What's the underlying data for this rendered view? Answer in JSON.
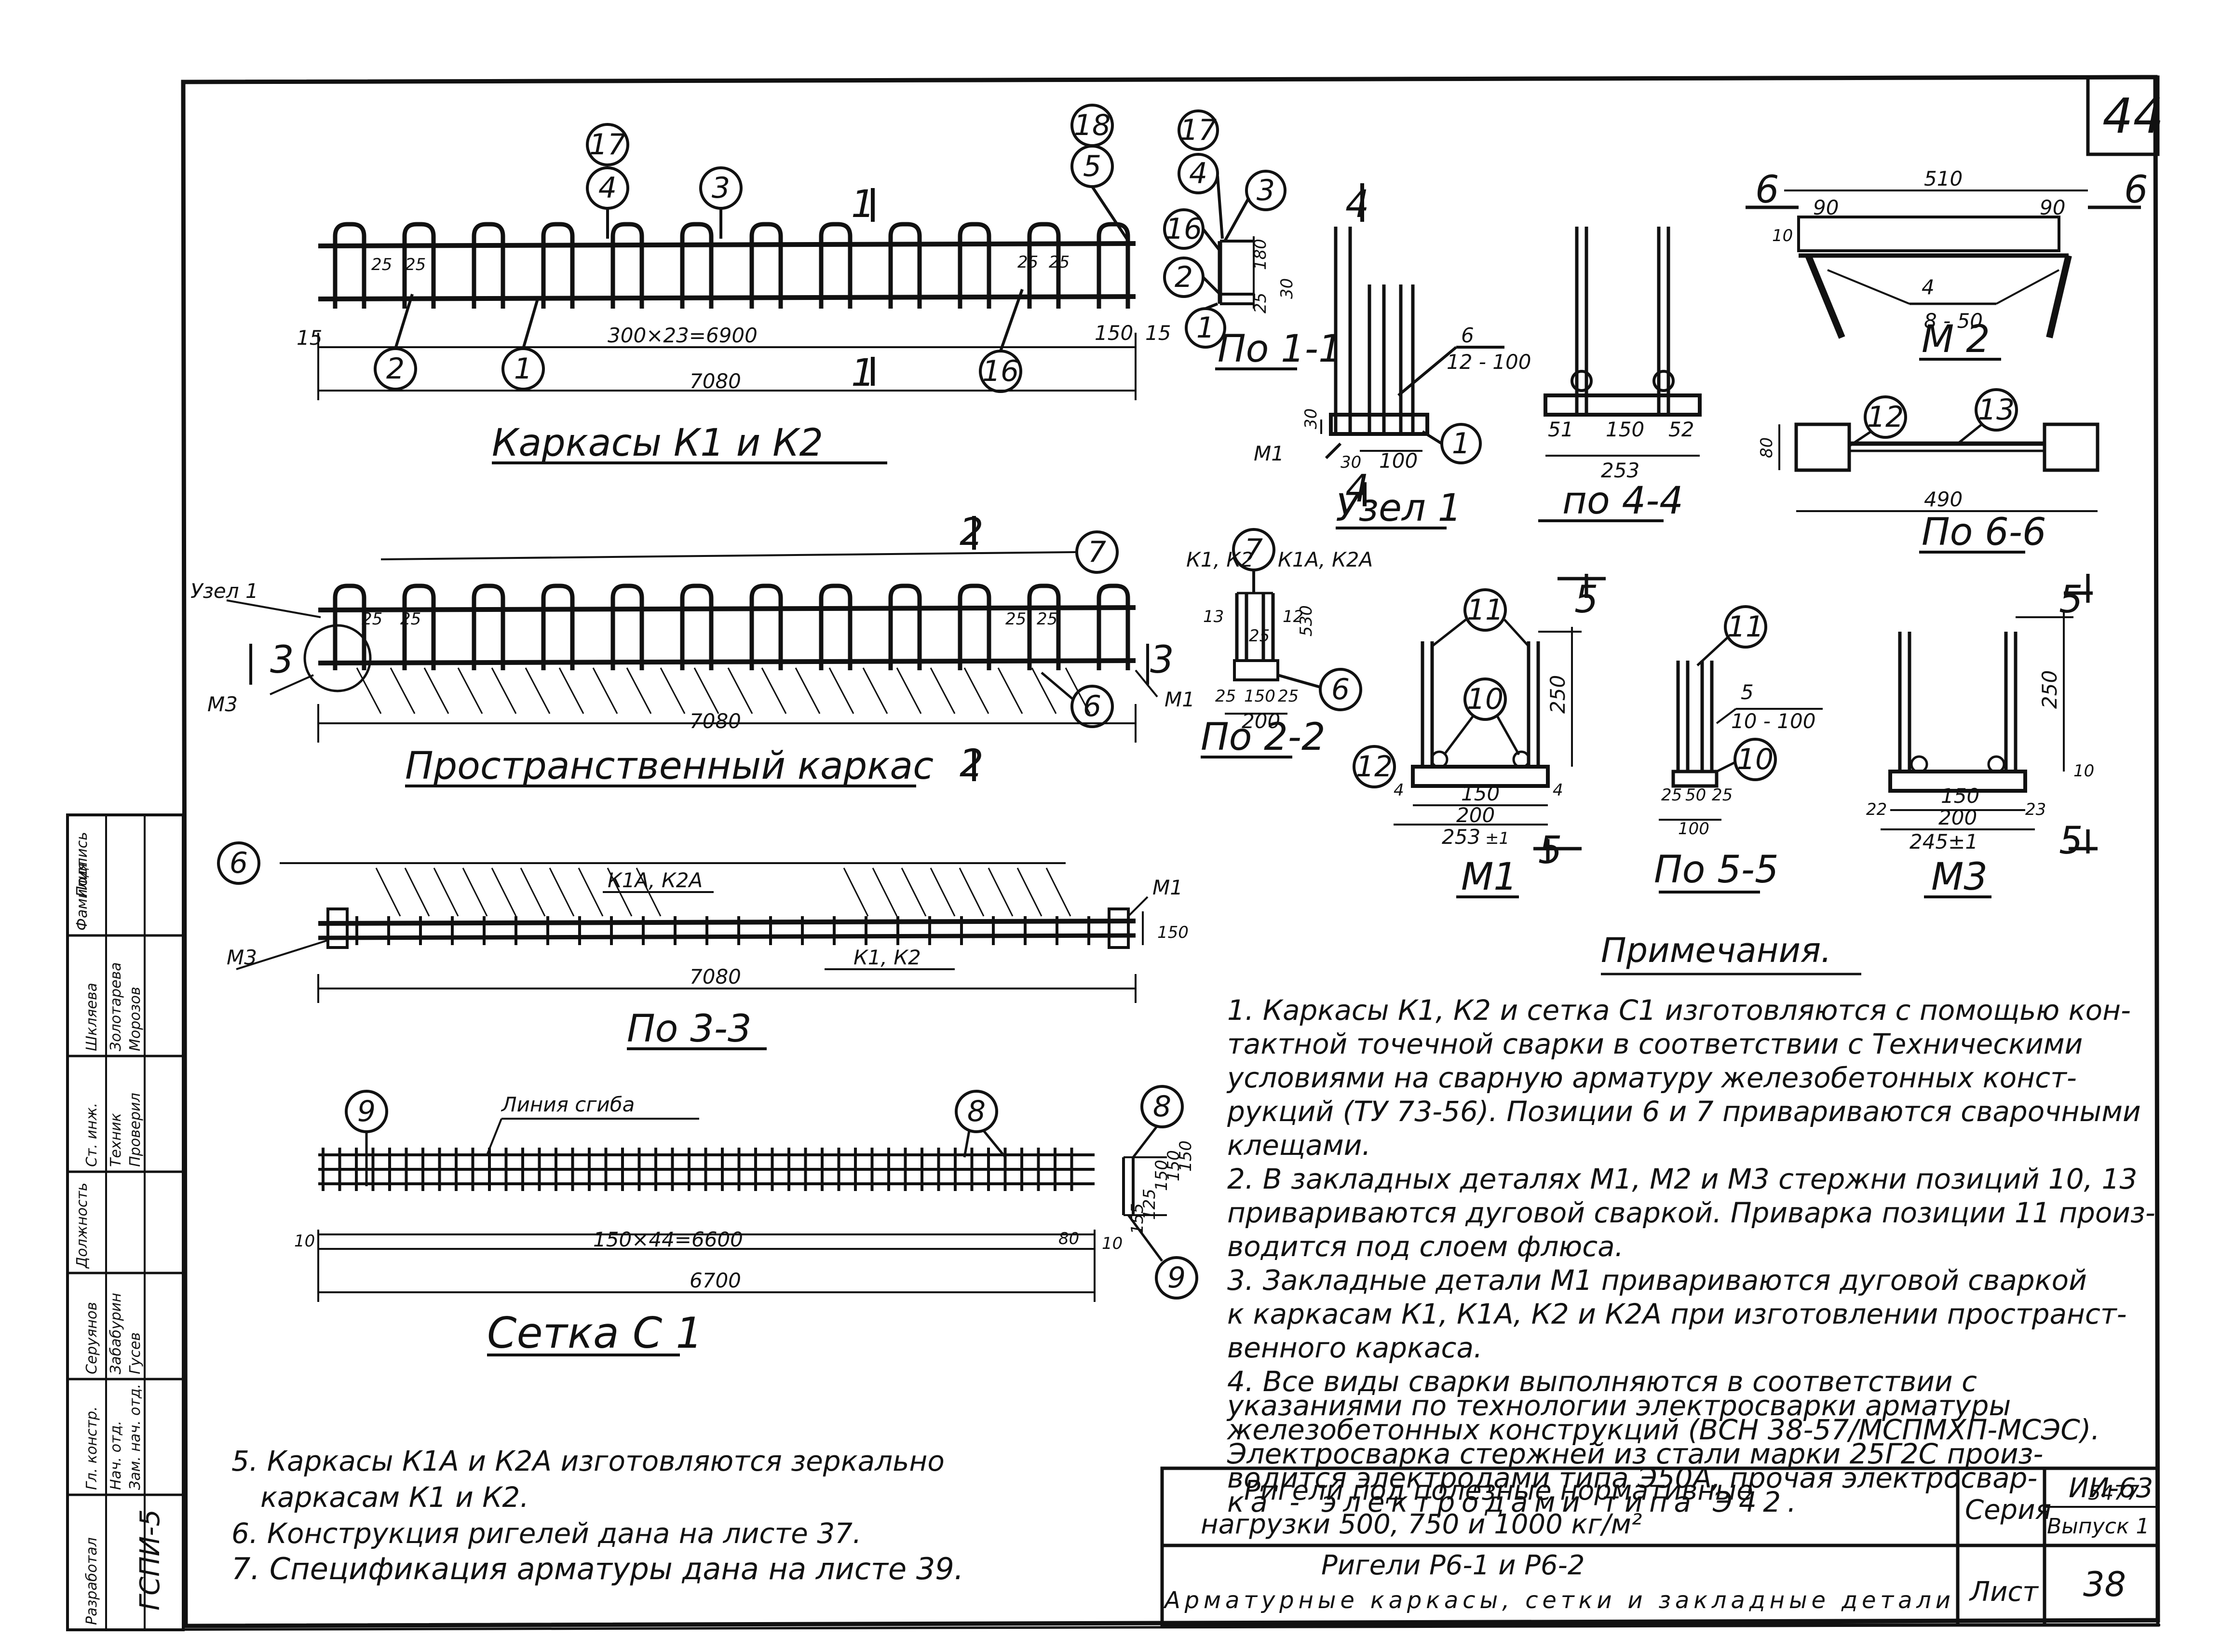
{
  "sheet": {
    "page_number": "44",
    "archive_number": "5477"
  },
  "views": {
    "k1k2": {
      "title": "Каркасы К1 и К2",
      "section_mark": "1",
      "dims": {
        "spacing": "300×23=6900",
        "total": "7080",
        "edge_left": "15",
        "edge_right": "15",
        "end_right": "150",
        "a1": "25",
        "a2": "25",
        "b1": "25",
        "b2": "25"
      },
      "bubbles": [
        "17",
        "4",
        "3",
        "18",
        "5",
        "2",
        "1",
        "16"
      ]
    },
    "section_1_1": {
      "title": "По 1-1",
      "dims": [
        "180",
        "30",
        "25"
      ],
      "bubbles": [
        "17",
        "4",
        "3",
        "16",
        "2",
        "1"
      ]
    },
    "node1": {
      "title": "Узел 1",
      "section_mark": "4",
      "labels": {
        "m1": "М1",
        "rebar": "6",
        "rebar_sub": "12 - 100"
      },
      "dims": [
        "30",
        "30",
        "100"
      ],
      "bubbles": [
        "1"
      ]
    },
    "section_4_4": {
      "title": "по 4-4",
      "dims": [
        "51",
        "150",
        "52",
        "253"
      ]
    },
    "m2": {
      "title": "М 2",
      "section_mark": "6",
      "dims": [
        "510",
        "90",
        "90",
        "10"
      ],
      "label_num": "4",
      "label_den": "8 - 50"
    },
    "section_6_6": {
      "title": "По 6-6",
      "dims": [
        "80",
        "490"
      ],
      "bubbles": [
        "12",
        "13"
      ]
    },
    "spatial": {
      "title": "Пространственный каркас",
      "section_mark": "2",
      "section_mark_3": "3",
      "labels": {
        "node1": "Узел 1",
        "m3": "М3",
        "m1": "М1"
      },
      "dims": {
        "total": "7080",
        "a1": "25",
        "a2": "25",
        "b1": "25",
        "b2": "25"
      },
      "bubbles": [
        "7",
        "6"
      ]
    },
    "section_2_2": {
      "title": "По 2-2",
      "labels": {
        "left": "К1, К2",
        "right": "К1А, К2А"
      },
      "dims": [
        "13",
        "12",
        "25",
        "530",
        "25",
        "150",
        "25",
        "200"
      ],
      "bubbles": [
        "7",
        "6"
      ]
    },
    "m1": {
      "title": "М1",
      "section_mark": "5",
      "dims": [
        "250",
        "150",
        "200",
        "253",
        "4",
        "4",
        "±1"
      ],
      "bubbles": [
        "11",
        "10",
        "12"
      ]
    },
    "section_5_5": {
      "title": "По 5-5",
      "labels": {
        "rebar": "5",
        "rebar_sub": "10 - 100"
      },
      "dims": [
        "25",
        "50",
        "25",
        "100"
      ],
      "bubbles": [
        "11",
        "10"
      ]
    },
    "m3": {
      "title": "М3",
      "section_mark": "5",
      "dims": [
        "250",
        "10",
        "150",
        "200",
        "22",
        "23",
        "245±1"
      ]
    },
    "section_3_3": {
      "title": "По 3-3",
      "labels": {
        "k1a": "К1А, К2А",
        "m1": "М1",
        "m3": "М3",
        "k1": "К1, К2"
      },
      "dims": {
        "total": "7080",
        "height": "150"
      },
      "bubbles": [
        "6"
      ]
    },
    "mesh_c1": {
      "title": "Сетка С 1",
      "labels": {
        "bend": "Линия сгиба"
      },
      "dims": {
        "spacing": "150×44=6600",
        "total": "6700",
        "left": "10",
        "right": "80",
        "edge": "10"
      },
      "bubbles": [
        "9",
        "8",
        "8",
        "9"
      ],
      "side_dims": [
        "125",
        "150",
        "150",
        "150",
        "155"
      ]
    }
  },
  "notes": {
    "heading": "Примечания.",
    "items": [
      "1. Каркасы К1, К2 и сетка С1 изготовляются с помощью кон-",
      "тактной точечной сварки в соответствии с Техническими",
      "условиями на сварную арматуру железобетонных конст-",
      "рукций (ТУ 73-56). Позиции 6 и 7 привариваются сварочными",
      "клещами.",
      "2. В закладных деталях М1, М2 и М3 стержни позиций 10, 13",
      "привариваются дуговой сваркой. Приварка позиции 11 произ-",
      "водится под слоем флюса.",
      "3. Закладные детали М1 привариваются дуговой сваркой",
      "к каркасам К1, К1А, К2 и К2А при изготовлении пространст-",
      "венного каркаса.",
      "4. Все виды сварки выполняются в соответствии с",
      "указаниями по технологии электросварки арматуры",
      "железобетонных конструкций (ВСН 38-57/МСПМХП-МСЭС).",
      "Электросварка стержней из стали марки 25Г2С произ-",
      "водится электродами типа Э50А, прочая электросвар-",
      "ка - электродами типа Э42."
    ],
    "extra": [
      "5. Каркасы К1А и К2А изготовляются зеркально",
      "каркасам К1 и К2.",
      "6. Конструкция ригелей дана на листе 37.",
      "7. Спецификация арматуры дана на листе 39."
    ]
  },
  "title_block": {
    "line1": "Ригели под полезные нормативные",
    "line2": "нагрузки 500, 750 и 1000 кг/м²",
    "line3": "Ригели Р6-1 и Р6-2",
    "line4": "Арматурные каркасы, сетки и закладные детали",
    "series_label": "Серия",
    "series_value": "ИИ-63",
    "issue": "Выпуск 1",
    "sheet_label": "Лист",
    "sheet_value": "38"
  },
  "stamp": {
    "org": "ГСПИ-5",
    "rows": [
      {
        "role": "Разработал",
        "position": "Гл. констр.",
        "name": "Серуянов",
        "sign": ""
      },
      {
        "role": "",
        "position": "Нач. отд.",
        "name": "Забабурин",
        "sign": ""
      },
      {
        "role": "",
        "position": "Зам. нач. отд.",
        "name": "Гусев",
        "sign": ""
      },
      {
        "role": "",
        "position": "Ст. инж.",
        "name": "Шкляева",
        "sign": ""
      },
      {
        "role": "",
        "position": "Техник",
        "name": "Золотарева",
        "sign": ""
      },
      {
        "role": "",
        "position": "Проверил",
        "name": "Морозов",
        "sign": ""
      }
    ],
    "headers": [
      "Должность",
      "Фамилия",
      "Подпись"
    ]
  }
}
